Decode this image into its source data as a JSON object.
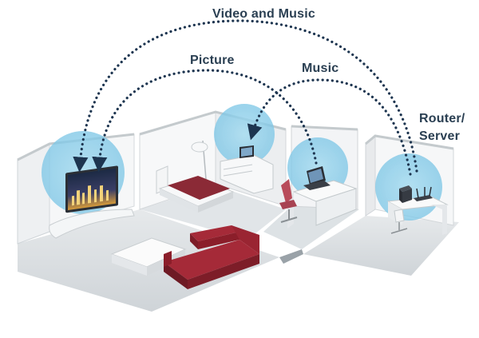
{
  "labels": {
    "video_and_music": "Video and Music",
    "picture": "Picture",
    "music": "Music",
    "router_line1": "Router/",
    "router_line2": "Server"
  },
  "colors": {
    "label_text": "#2a3f52",
    "dotted_arrow": "#1d3550",
    "coverage_bubble": "#8fd0ea",
    "wall": "#f4f5f6",
    "floor": "#dfe3e6",
    "sofa": "#8b1e2a",
    "bed_cover": "#8b2a36"
  },
  "icons": {
    "tv": "flat-screen-tv-icon",
    "laptop": "laptop-icon",
    "photo_frame": "digital-photo-frame-icon",
    "router": "router-icon",
    "server": "nas-server-icon"
  }
}
